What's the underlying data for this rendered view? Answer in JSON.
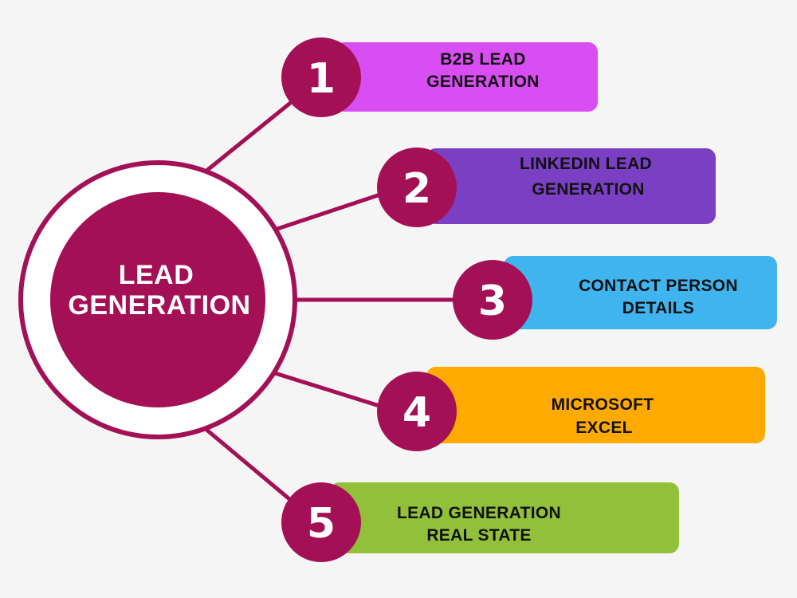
{
  "center": {
    "line1": "LEAD",
    "line2": "GENERATION",
    "color": "#a31055"
  },
  "items": [
    {
      "number": "1",
      "line1": "B2B LEAD",
      "line2": "GENERATION",
      "color": "#d94ef2"
    },
    {
      "number": "2",
      "line1": "LINKEDIN LEAD",
      "line2": "GENERATION",
      "color": "#7b3fc4"
    },
    {
      "number": "3",
      "line1": "CONTACT PERSON",
      "line2": "DETAILS",
      "color": "#3fb4ee"
    },
    {
      "number": "4",
      "line1": "MICROSOFT",
      "line2": "EXCEL",
      "color": "#ffaa00"
    },
    {
      "number": "5",
      "line1": "LEAD GENERATION",
      "line2": "REAL STATE",
      "color": "#92c03b"
    }
  ]
}
